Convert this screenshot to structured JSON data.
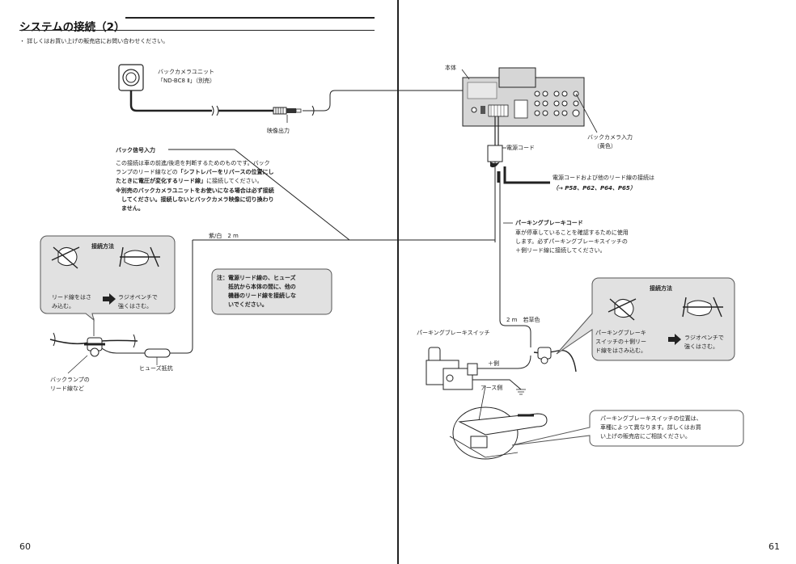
{
  "left": {
    "title": "システムの接続（2）",
    "bullet": "・ 詳しくはお買い上げの販売店にお問い合わせください。",
    "camera_label_1": "バックカメラユニット",
    "camera_label_2": "「ND-BC8 Ⅱ」（別売）",
    "video_out": "映像出力",
    "back_signal_title": "バック信号入力",
    "back_signal_line1": "この接続は車の前進/後退を判断するためのものです。バック",
    "back_signal_line2_a": "ランプのリード線などの",
    "back_signal_line2_b": "「シフトレバーをリバースの位置にし",
    "back_signal_line3_a": "たときに電圧が変化するリード線」",
    "back_signal_line3_b": "に接続してください。",
    "back_signal_warn1": "※別売のバックカメラユニットをお使いになる場合は必ず接続",
    "back_signal_warn2": "　してください。接続しないとバックカメラ映像に切り換わり",
    "back_signal_warn3": "　ません。",
    "wire_label": "紫/白　2 m",
    "method_title": "接続方法",
    "step1_line1": "リード線をはさ",
    "step1_line2": "み込む。",
    "step2_line1": "ラジオペンチで",
    "step2_line2": "強くはさむ。",
    "note_line1": "注：電源リード線の、ヒューズ",
    "note_line2": "　　抵抗から本体の間に、他の",
    "note_line3": "　　機器のリード線を接続しな",
    "note_line4": "　　いでください。",
    "fuse": "ヒューズ抵抗",
    "backlamp_1": "バックランプの",
    "backlamp_2": "リード線など",
    "page_number": "60"
  },
  "right": {
    "unit_label": "本体",
    "cam_in_1": "バックカメラ入力",
    "cam_in_2": "（黄色）",
    "power_cord": "電源コード",
    "power_ref_1": "電源コードおよび他のリード線の接続は",
    "power_ref_2": "（→ P58、P62、P64、P65）",
    "parking_title": "パーキングブレーキコード",
    "parking_1": "車が停車していることを確認するために使用",
    "parking_2": "します。必ずパーキングブレーキスイッチの",
    "parking_3": "＋側リード線に接続してください。",
    "method_title": "接続方法",
    "step1_line1": "パーキングブレーキ",
    "step1_line2": "スイッチの＋側リー",
    "step1_line3": "ド線をはさみ込む。",
    "step2_line1": "ラジオペンチで",
    "step2_line2": "強くはさむ。",
    "wire_label": "2 m　若草色",
    "switch_label": "パーキングブレーキスイッチ",
    "plus_side": "＋側",
    "earth_side": "アース側",
    "position_1": "パーキングブレーキスイッチの位置は、",
    "position_2": "車種によって異なります。詳しくはお買",
    "position_3": "い上げの販売店にご相談ください。",
    "page_number": "61"
  },
  "colors": {
    "panel": "#e1e1e1",
    "line": "#222222",
    "unit": "#d6d6d6"
  }
}
